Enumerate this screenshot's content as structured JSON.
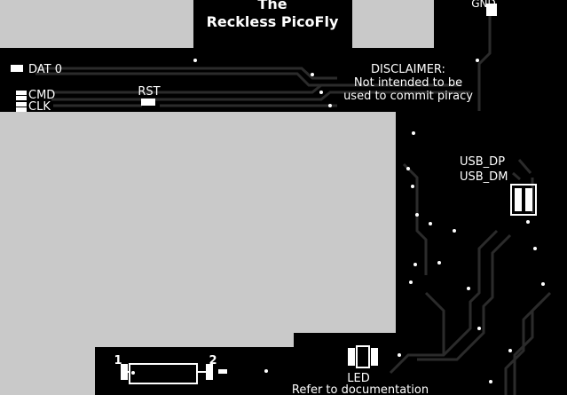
{
  "board": {
    "title_line1": "The",
    "title_line2": "Reckless PicoFly",
    "colors": {
      "background": "#c9c9c9",
      "board": "#000000",
      "trace": "#2a2a2a",
      "silkscreen": "#ffffff",
      "pad": "#ffffff"
    }
  },
  "pins": {
    "gnd": "GND",
    "dat0": "DAT 0",
    "cmd": "CMD",
    "clk": "CLK",
    "rst": "RST",
    "usb_dp": "USB_DP",
    "usb_dm": "USB_DM",
    "led": "LED",
    "pin1": "1",
    "pin2": "2"
  },
  "disclaimer": {
    "heading": "DISCLAIMER:",
    "line1": "Not intended to be",
    "line2": "used to commit piracy"
  },
  "footer": {
    "note": "Refer to documentation"
  }
}
